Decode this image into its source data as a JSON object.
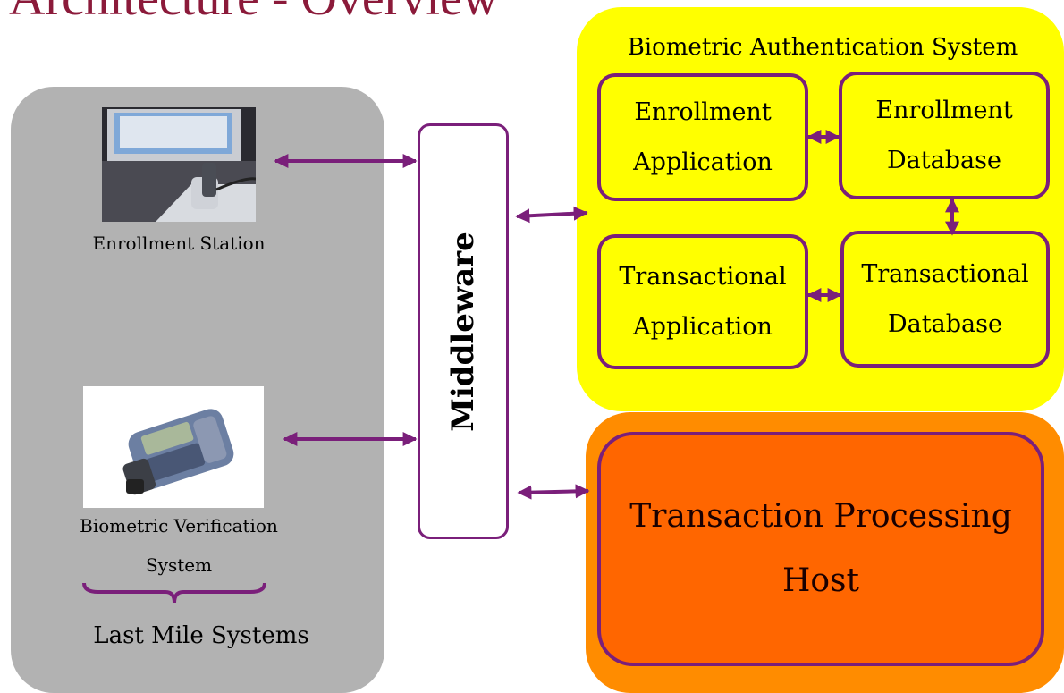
{
  "title": "Architecture - Overview",
  "left_panel": {
    "enrollment_station": "Enrollment Station",
    "bvs_line1": "Biometric Verification",
    "bvs_line2": "System",
    "group_label": "Last Mile Systems"
  },
  "middleware": "Middleware",
  "bas": {
    "title": "Biometric Authentication System",
    "enroll_app_1": "Enrollment",
    "enroll_app_2": "Application",
    "enroll_db_1": "Enrollment",
    "enroll_db_2": "Database",
    "trans_app_1": "Transactional",
    "trans_app_2": "Application",
    "trans_db_1": "Transactional",
    "trans_db_2": "Database"
  },
  "host": {
    "line1": "Transaction Processing",
    "line2": "Host"
  },
  "colors": {
    "title": "#8b1a3a",
    "arrow": "#7a1f7a",
    "panel_gray": "#b2b2b2",
    "bas_yellow": "#ffff00",
    "host_orange": "#ff6600"
  }
}
